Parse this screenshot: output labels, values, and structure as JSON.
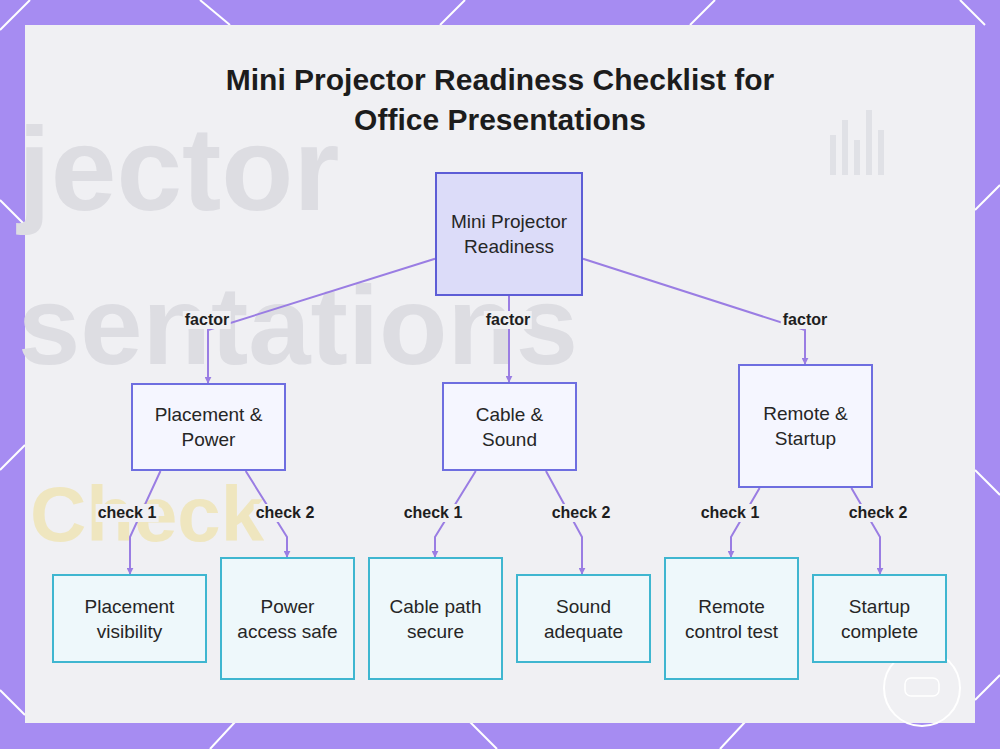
{
  "diagram": {
    "title": "Mini Projector Readiness Checklist for Office Presentations",
    "nodes": [
      {
        "text": [
          "Mini Projector Readiness"
        ]
      },
      {
        "text": [
          "Placement & Power"
        ]
      },
      {
        "text": [
          "Cable & Sound"
        ]
      },
      {
        "text": [
          "Remote & Startup"
        ]
      },
      {
        "text": [
          "Placement visibility"
        ]
      },
      {
        "text": [
          "Power access safe"
        ]
      },
      {
        "text": [
          "Cable path secure"
        ]
      },
      {
        "text": [
          "Sound adequate"
        ]
      },
      {
        "text": [
          "Remote control test"
        ]
      },
      {
        "text": [
          "Startup complete"
        ]
      }
    ],
    "edges": [
      {
        "from": 0,
        "to": 1,
        "label": "factor",
        "arrow": "to"
      },
      {
        "from": 0,
        "to": 2,
        "label": "factor",
        "arrow": "to"
      },
      {
        "from": 0,
        "to": 3,
        "label": "factor",
        "arrow": "to"
      },
      {
        "from": 1,
        "to": 4,
        "label": "check 1",
        "arrow": "to"
      },
      {
        "from": 1,
        "to": 5,
        "label": "check 2",
        "arrow": "to"
      },
      {
        "from": 2,
        "to": 6,
        "label": "check 1",
        "arrow": "to"
      },
      {
        "from": 2,
        "to": 7,
        "label": "check 2",
        "arrow": "to"
      },
      {
        "from": 3,
        "to": 8,
        "label": "check 1",
        "arrow": "to"
      },
      {
        "from": 3,
        "to": 9,
        "label": "check 2",
        "arrow": "to"
      }
    ],
    "labels": [
      "jector",
      "sentations",
      "Check"
    ]
  }
}
